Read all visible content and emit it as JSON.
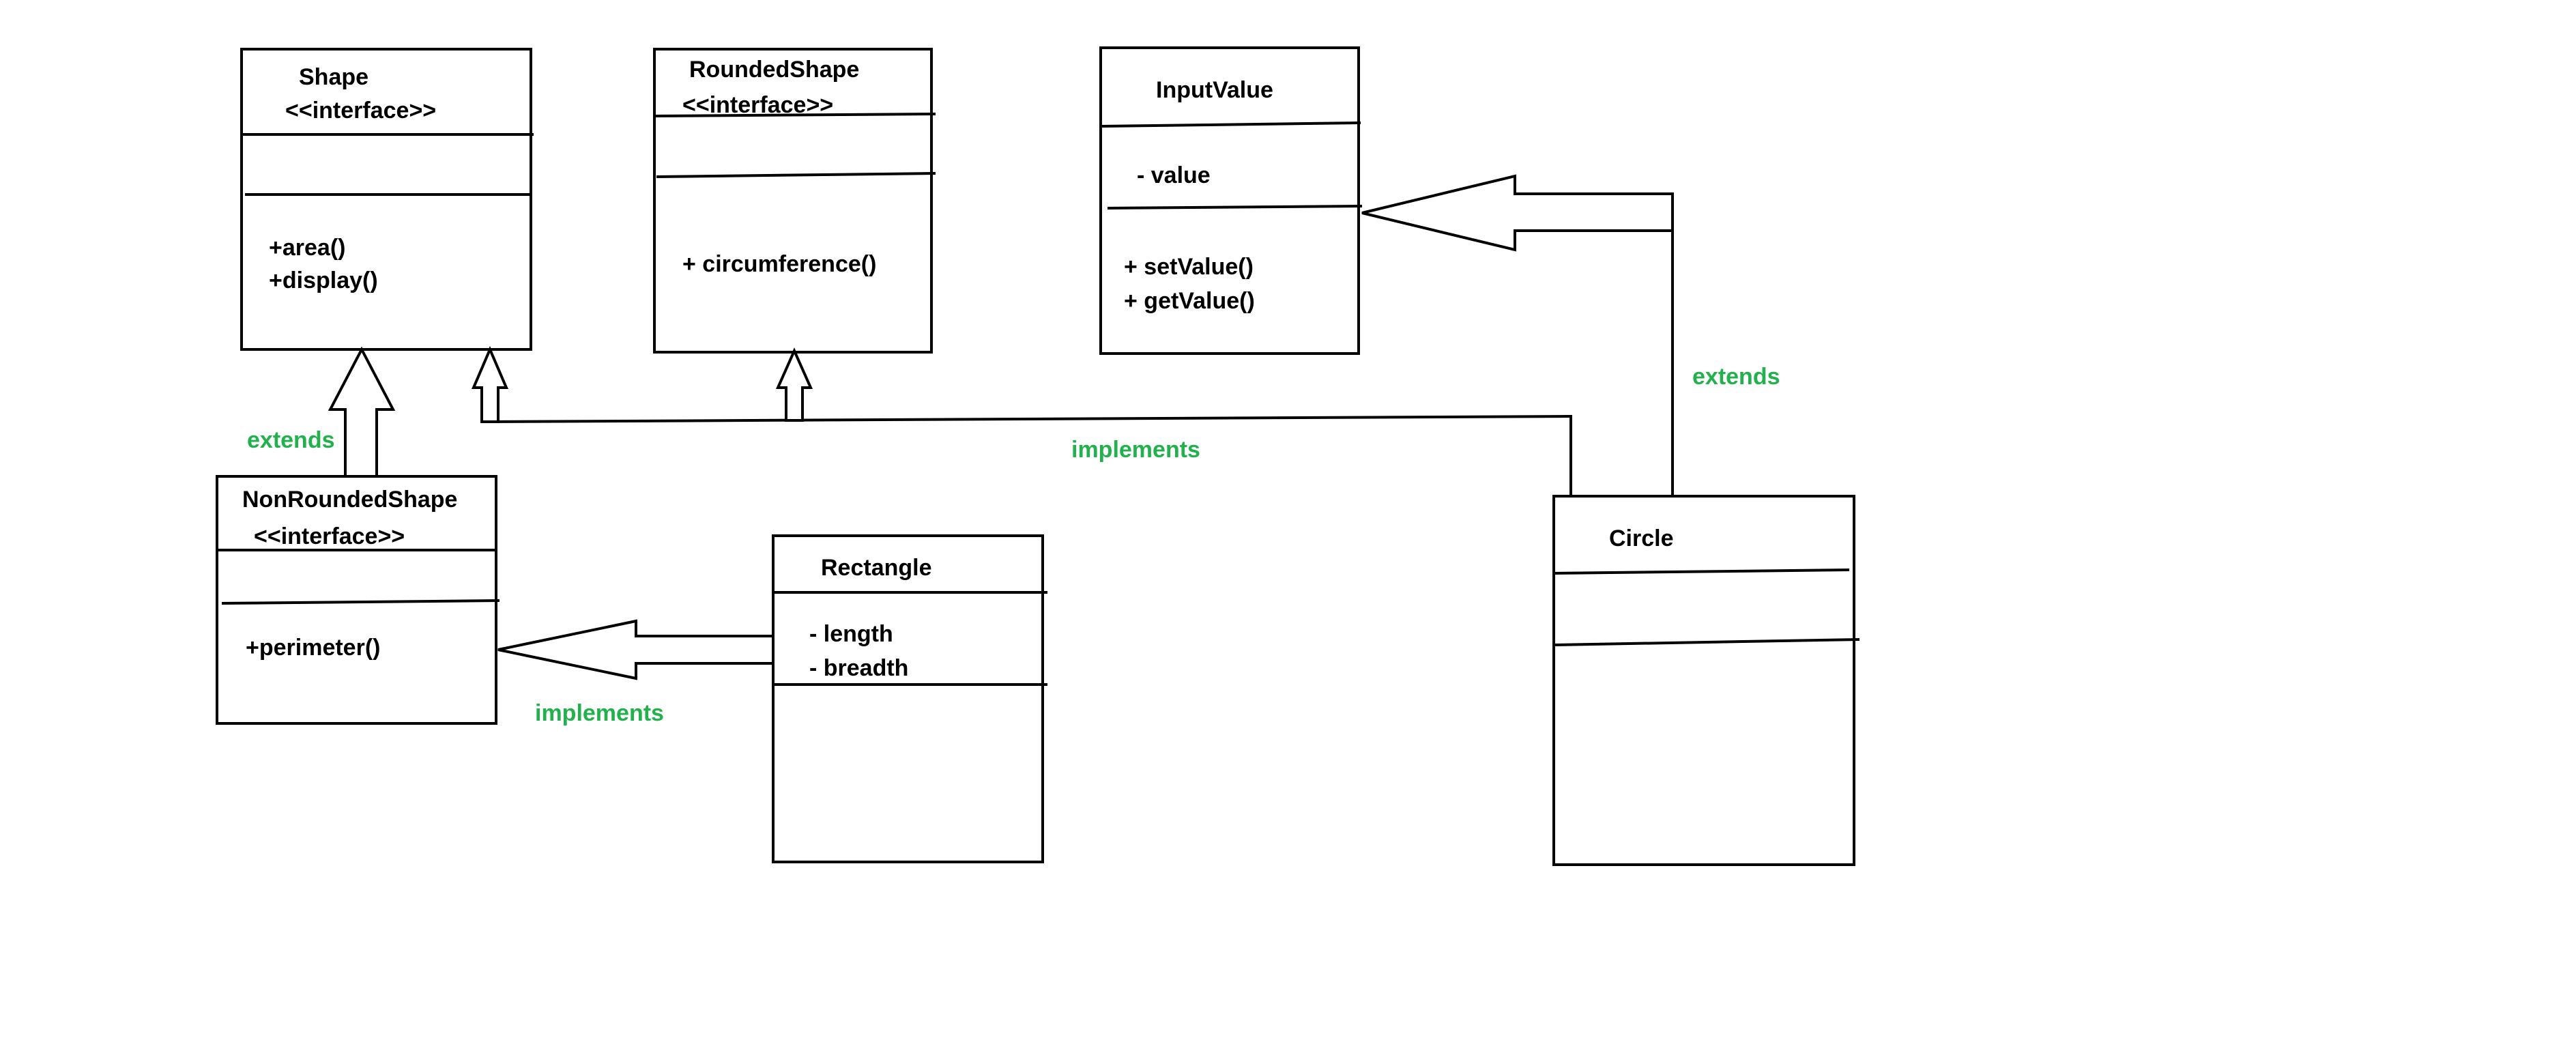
{
  "colors": {
    "line": "#000000",
    "label": "#22b14c",
    "background": "#ffffff"
  },
  "classes": {
    "shape": {
      "name": "Shape",
      "stereotype": "<<interface>>",
      "attributes": [],
      "methods": [
        "+area()",
        "+display()"
      ]
    },
    "rounded_shape": {
      "name": "RoundedShape",
      "stereotype": "<<interface>>",
      "attributes": [],
      "methods": [
        "+ circumference()"
      ]
    },
    "input_value": {
      "name": "InputValue",
      "stereotype": "",
      "attributes": [
        "- value"
      ],
      "methods": [
        "+ setValue()",
        "+ getValue()"
      ]
    },
    "non_rounded_shape": {
      "name": "NonRoundedShape",
      "stereotype": "<<interface>>",
      "attributes": [],
      "methods": [
        "+perimeter()"
      ]
    },
    "rectangle": {
      "name": "Rectangle",
      "stereotype": "",
      "attributes": [
        "- length",
        "- breadth"
      ],
      "methods": []
    },
    "circle": {
      "name": "Circle",
      "stereotype": "",
      "attributes": [],
      "methods": []
    }
  },
  "relations": {
    "extends_left": "extends",
    "implements_top": "implements",
    "extends_right": "extends",
    "implements_bottom": "implements"
  }
}
